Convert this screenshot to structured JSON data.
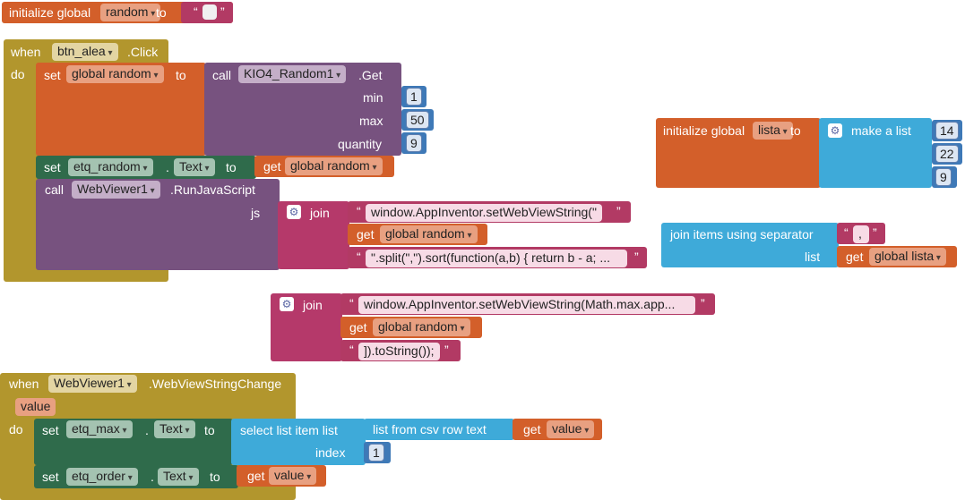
{
  "init_random": {
    "kw": "initialize global",
    "name": "random",
    "to": "to",
    "value": ""
  },
  "btn_event": {
    "when": "when",
    "component": "btn_alea",
    "event": ".Click",
    "do": "do",
    "set1": {
      "set": "set",
      "var": "global random",
      "to": "to"
    },
    "call_get": {
      "call": "call",
      "component": "KIO4_Random1",
      "method": ".Get",
      "min_label": "min",
      "min": "1",
      "max_label": "max",
      "max": "50",
      "qty_label": "quantity",
      "qty": "9"
    },
    "set2": {
      "set": "set",
      "component": "etq_random",
      "dot": ".",
      "prop": "Text",
      "to": "to",
      "get": "get",
      "var": "global random"
    },
    "call_js": {
      "call": "call",
      "component": "WebViewer1",
      "method": ".RunJavaScript",
      "js_label": "js",
      "join": "join",
      "str1": "window.AppInventor.setWebViewString(\"",
      "get": "get",
      "var": "global random",
      "str2": "\".split(\",\").sort(function(a,b) { return b - a; ..."
    }
  },
  "init_lista": {
    "kw": "initialize global",
    "name": "lista",
    "to": "to",
    "make": "make a list",
    "items": [
      "14",
      "22",
      "9"
    ]
  },
  "join_items": {
    "label": "join items using separator",
    "sep": ",",
    "list_label": "list",
    "get": "get",
    "var": "global lista"
  },
  "join2": {
    "join": "join",
    "str1": "window.AppInventor.setWebViewString(Math.max.app...",
    "get": "get",
    "var": "global random",
    "str2": "]).toString());"
  },
  "wv_event": {
    "when": "when",
    "component": "WebViewer1",
    "event": ".WebViewStringChange",
    "param": "value",
    "do": "do",
    "set1": {
      "set": "set",
      "component": "etq_max",
      "dot": ".",
      "prop": "Text",
      "to": "to",
      "select": "select list item  list",
      "csv": "list from csv row  text",
      "get": "get",
      "var": "value",
      "index_label": "index",
      "index": "1"
    },
    "set2": {
      "set": "set",
      "component": "etq_order",
      "dot": ".",
      "prop": "Text",
      "to": "to",
      "get": "get",
      "var": "value"
    }
  },
  "colors": {
    "variable": "#d35f2a",
    "component": "#2f6b4b",
    "procedure_call": "#77527f",
    "text": "#b23a64",
    "event": "#b2962d",
    "math": "#3e79b7",
    "list": "#3eaad9"
  }
}
